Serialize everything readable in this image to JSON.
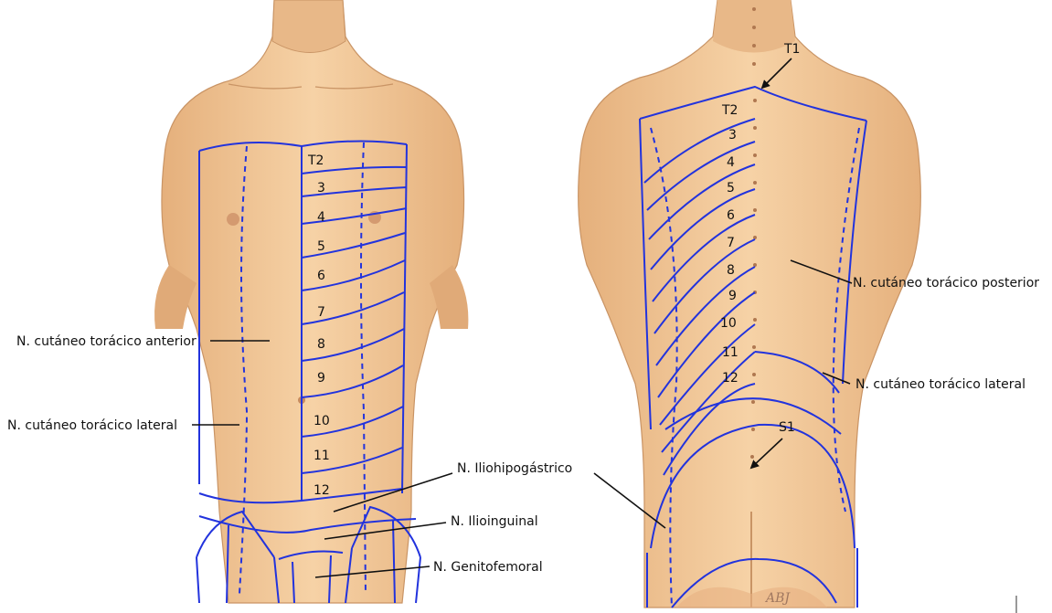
{
  "figure": {
    "anterior": {
      "dermatomes": [
        "T2",
        "3",
        "4",
        "5",
        "6",
        "7",
        "8",
        "9",
        "10",
        "11",
        "12"
      ],
      "labels": {
        "anterior_thoracic": "N. cutáneo torácico anterior",
        "lateral_thoracic": "N. cutáneo torácico lateral",
        "iliohypogastric": "N. Iliohipogástrico",
        "ilioinguinal": "N. Ilioinguinal",
        "genitofemoral": "N. Genitofemoral"
      }
    },
    "posterior": {
      "dermatomes": [
        "T2",
        "3",
        "4",
        "5",
        "6",
        "7",
        "8",
        "9",
        "10",
        "11",
        "12"
      ],
      "markers": {
        "t1": "T1",
        "s1": "S1"
      },
      "labels": {
        "posterior_thoracic": "N. cutáneo torácico posterior",
        "lateral_thoracic": "N. cutáneo torácico lateral"
      },
      "signature": "ABJ"
    },
    "colors": {
      "skin": "#f2c898",
      "skin_shadow": "#dba676",
      "dermatome_line": "#2233dd"
    }
  }
}
